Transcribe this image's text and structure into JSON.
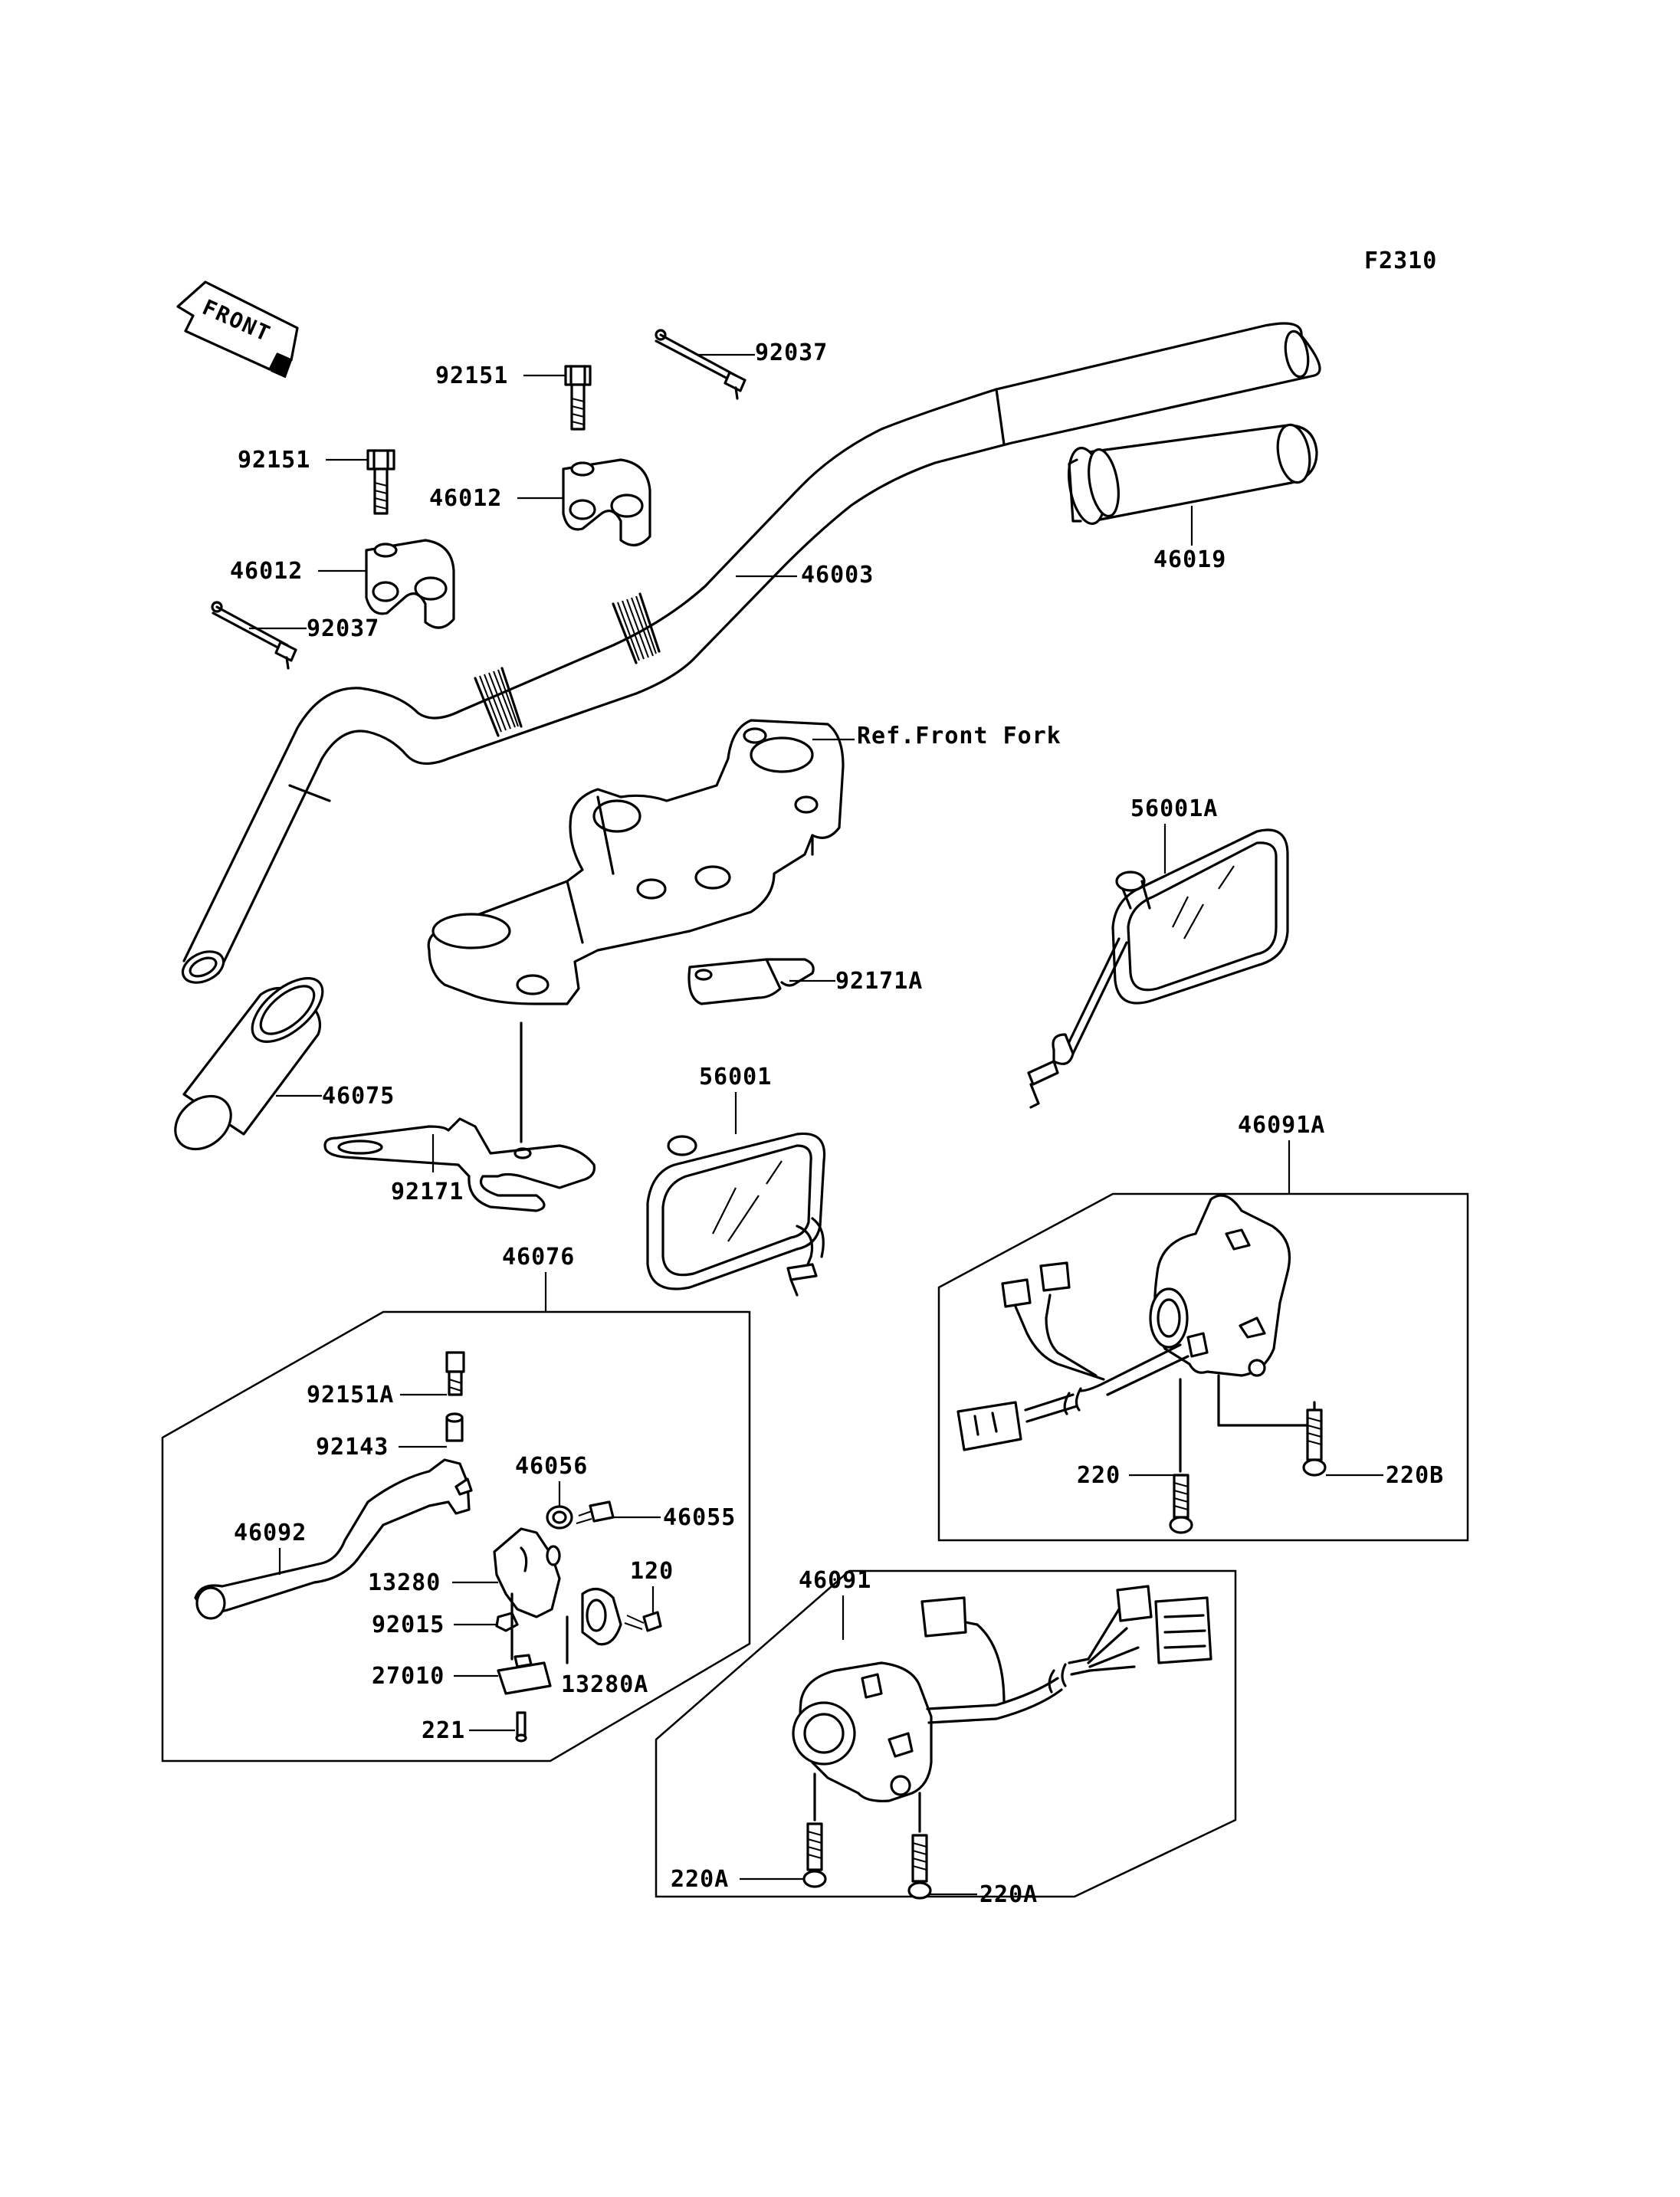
{
  "figure_code": "F2310",
  "front_arrow_text": "FRONT",
  "labels": {
    "92037_top": "92037",
    "92151_a": "92151",
    "92151_b": "92151",
    "46012_a": "46012",
    "46012_b": "46012",
    "92037_left": "92037",
    "46003": "46003",
    "46019": "46019",
    "ref_front_fork": "Ref.Front Fork",
    "56001A": "56001A",
    "92171A": "92171A",
    "46075": "46075",
    "92171": "92171",
    "56001": "56001",
    "46091A": "46091A",
    "46076": "46076",
    "92151A": "92151A",
    "92143": "92143",
    "46056": "46056",
    "46055": "46055",
    "46092": "46092",
    "120": "120",
    "13280": "13280",
    "92015": "92015",
    "13280A": "13280A",
    "27010": "27010",
    "221": "221",
    "220": "220",
    "220B": "220B",
    "46091": "46091",
    "220A_left": "220A",
    "220A_right": "220A"
  }
}
